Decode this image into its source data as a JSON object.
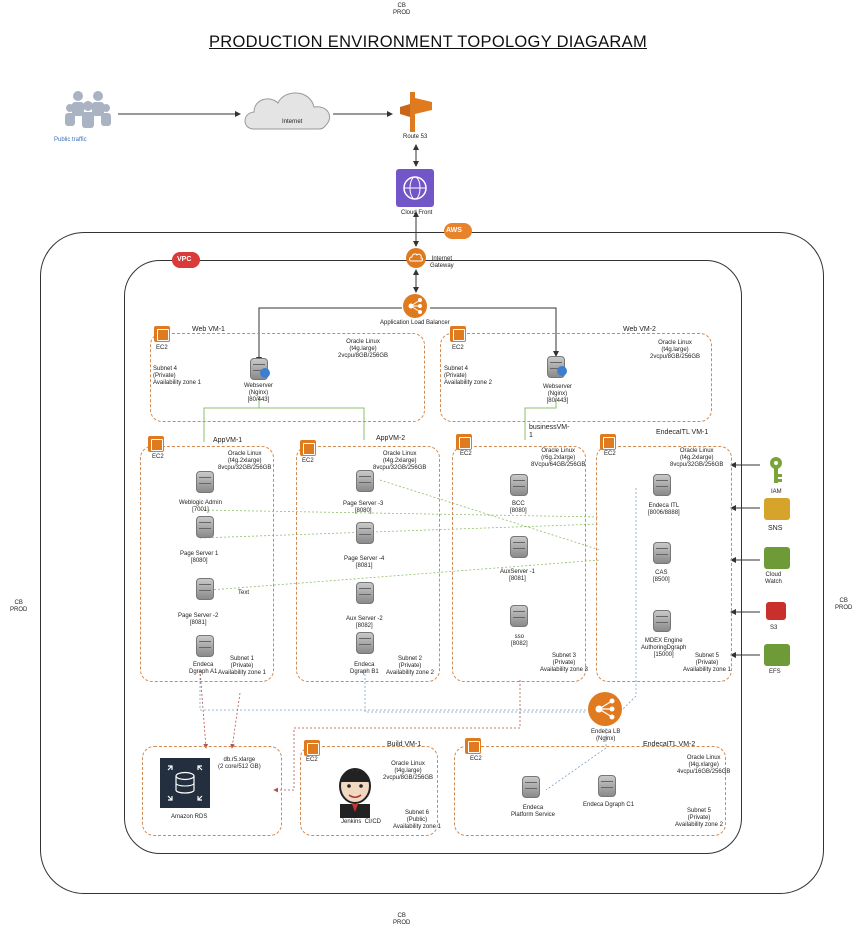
{
  "corner": {
    "top": "CB\nPROD",
    "bottom": "CB\nPROD",
    "left": "CB\nPROD",
    "right": "CB\nPROD"
  },
  "title": "PRODUCTION ENVIRONMENT TOPOLOGY DIAGARAM",
  "top": {
    "public_traffic": "Public traffic",
    "internet": "Internet",
    "route53": "Route 53",
    "cloudfront": "Cloud Front",
    "aws": "AWS",
    "vpc": "VPC",
    "igw": "Internet\nGateway",
    "alb": "Application Load Balancer"
  },
  "web1": {
    "title": "Web VM-1",
    "ec2": "EC2",
    "spec": "Oracle Linux\n(t4g.large)\n2vcpu/8GB/256GB",
    "subnet": "Subnet 4\n(Private)\nAvailability zone 1",
    "server": "Webserver\n(Nginx)\n[80/443]"
  },
  "web2": {
    "title": "Web VM-2",
    "ec2": "EC2",
    "spec": "Oracle Linux\n(t4g.large)\n2vcpu/8GB/256GB",
    "subnet": "Subnet 4\n(Private)\nAvailability zone 2",
    "server": "Webserver\n(Nginx)\n[80/443]"
  },
  "app1": {
    "title": "AppVM-1",
    "ec2": "EC2",
    "spec": "Oracle Linux\n(t4g.2xlarge)\n8vcpu/32GB/256GB",
    "servers": [
      "Weblogic Admin\n[7001]",
      "Page Server 1\n[8080]",
      "Page Server -2\n[8081]",
      "Endeca\nDgraph A1"
    ],
    "text": "Text",
    "subnet": "Subnet 1\n(Private)\nAvailability zone 1"
  },
  "app2": {
    "title": "AppVM-2",
    "ec2": "EC2",
    "spec": "Oracle Linux\n(t4g.2xlarge)\n8vcpu/32GB/256GB",
    "servers": [
      "Page Server -3\n[8080]",
      "Page Server -4\n[8081]",
      "Aux Server -2\n[8082]",
      "Endeca\nDgraph B1"
    ],
    "subnet": "Subnet 2\n(Private)\nAvailability zone 2"
  },
  "biz": {
    "title": "businessVM-\n1",
    "ec2": "EC2",
    "spec": "Oracle Linux\n(r6g.2xlarge)\n8Vcpu/64GB/256GB",
    "servers": [
      "BCC\n[8080]",
      "AuxServer -1\n[8081]",
      "sso\n[8082]"
    ],
    "subnet": "Subnet 3\n(Private)\nAvailability zone 3"
  },
  "itl1": {
    "title": "EndecaITL VM-1",
    "ec2": "EC2",
    "spec": "Oracle Linux\n(t4g.2xlarge)\n8vcpu/32GB/256GB",
    "servers": [
      "Endeca ITL\n[8006/8888]",
      "CAS\n[8500]",
      "MDEX Engine\nAuthoringDgraph\n[15000]"
    ],
    "subnet": "Subnet 5\n(Private)\nAvailability zone 1"
  },
  "side": [
    "IAM",
    "SNS",
    "Cloud\nWatch",
    "S3",
    "EFS"
  ],
  "endeca_lb": "Endeca LB\n(Nginx)",
  "rds": {
    "spec": "db.r5.xlarge\n(2 core/512 GB)",
    "name": "Amazon RDS"
  },
  "build": {
    "title": "Build VM-1",
    "ec2": "EC2",
    "spec": "Oracle Linux\n(t4g.large)\n2vcpu/8GB/256GB",
    "name": "Jenkins  CI/CD",
    "subnet": "Subnet 6\n(Public)\nAvailability zone 1"
  },
  "itl2": {
    "title": "EndecaITL VM-2",
    "ec2": "EC2",
    "spec": "Oracle Linux\n(t4g.xlarge)\n4vcpu/16GB/256GB",
    "servers": [
      "Endeca\nPlatform Service",
      "Endeca Dgraph C1"
    ],
    "subnet": "Subnet 5\n(Private)\nAvailability zone 2"
  },
  "colors": {
    "orange": "#e07a1f",
    "dash": "#d08a52",
    "green_line": "#8fbf6a",
    "aws_red": "#d93b3b"
  }
}
